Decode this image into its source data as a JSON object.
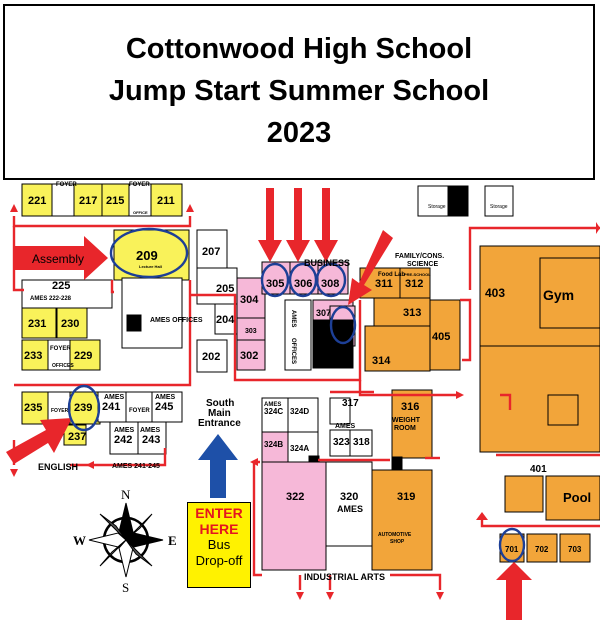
{
  "title": {
    "line1": "Cottonwood High School",
    "line2": "Jump Start Summer School",
    "line3": "2023"
  },
  "rooms": {
    "r221": "221",
    "r217": "217",
    "r215": "215",
    "r211": "211",
    "r209": "209",
    "r209_sub": "Lecture Hall",
    "r207": "207",
    "r205": "205",
    "r204": "204",
    "r202": "202",
    "r225": "225",
    "r231": "231",
    "r230": "230",
    "r233": "233",
    "r229": "229",
    "r235": "235",
    "r239": "239",
    "r237": "237",
    "r241": "241",
    "r245": "245",
    "r242": "242",
    "r243": "243",
    "r304": "304",
    "r303": "303",
    "r302": "302",
    "r305": "305",
    "r306": "306",
    "r308": "308",
    "r307": "307",
    "r309": "309",
    "r311": "311",
    "r312": "312",
    "r313": "313",
    "r405": "405",
    "r314": "314",
    "r403": "403",
    "r317": "317",
    "r316": "316",
    "r324c": "324C",
    "r324d": "324D",
    "r324b": "324B",
    "r324a": "324A",
    "r323": "323",
    "r318": "318",
    "r322": "322",
    "r320": "320",
    "r319": "319",
    "r401": "401",
    "r701": "701",
    "r702": "702",
    "r703": "703"
  },
  "labels": {
    "foyer": "FOYER",
    "office": "OFFICE",
    "offices": "OFFICES",
    "ames_222_228": "AMES 222-228",
    "ames": "AMES",
    "ames_offices": "AMES OFFICES",
    "ames_241_245": "AMES 241-245",
    "english": "ENGLISH",
    "assembly": "Assembly",
    "business": "BUSINESS",
    "family_cons": "FAMILY/CONS.",
    "science": "SCIENCE",
    "food_lab": "Food Lab",
    "pre_school": "PRE-SCHOOL",
    "storage": "Storage",
    "gym": "Gym",
    "pool": "Pool",
    "weight": "WEIGHT",
    "room": "ROOM",
    "automotive": "AUTOMOTIVE",
    "shop": "SHOP",
    "industrial_arts": "INDUSTRIAL ARTS",
    "south": "South",
    "main": "Main",
    "entrance": "Entrance",
    "ames_v": "AMES",
    "offices_v": "OFFICES"
  },
  "enter_box": {
    "line1": "ENTER",
    "line2": "HERE",
    "line3": "Bus",
    "line4": "Drop-off"
  },
  "compass": {
    "n": "N",
    "s": "S",
    "e": "E",
    "w": "W"
  },
  "colors": {
    "english_wing": "#f9f25a",
    "business_wing": "#f6b8d8",
    "science_wing": "#f2a53a",
    "route": "#e8262b",
    "circle": "#1d3f96",
    "entrance_arrow": "#1e50a8",
    "enter_box": "#fff200"
  }
}
